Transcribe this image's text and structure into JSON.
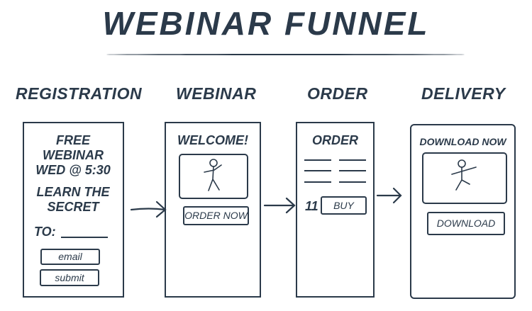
{
  "title": "WEBINAR FUNNEL",
  "stages": [
    {
      "label": "REGISTRATION"
    },
    {
      "label": "WEBINAR"
    },
    {
      "label": "ORDER"
    },
    {
      "label": "DELIVERY"
    }
  ],
  "registration": {
    "lines": [
      "FREE",
      "WEBINAR",
      "WED @ 5:30"
    ],
    "pitch": [
      "LEARN THE",
      "SECRET"
    ],
    "to_label": "TO:",
    "email_button": "email",
    "submit_button": "submit"
  },
  "webinar": {
    "heading": "WELCOME!",
    "order_button": "ORDER NOW"
  },
  "order": {
    "heading": "ORDER",
    "price": "11",
    "buy_button": "BUY"
  },
  "delivery": {
    "heading": "DOWNLOAD NOW",
    "download_button": "DOWNLOAD"
  },
  "colors": {
    "ink": "#2b3a4a",
    "background": "#ffffff"
  }
}
